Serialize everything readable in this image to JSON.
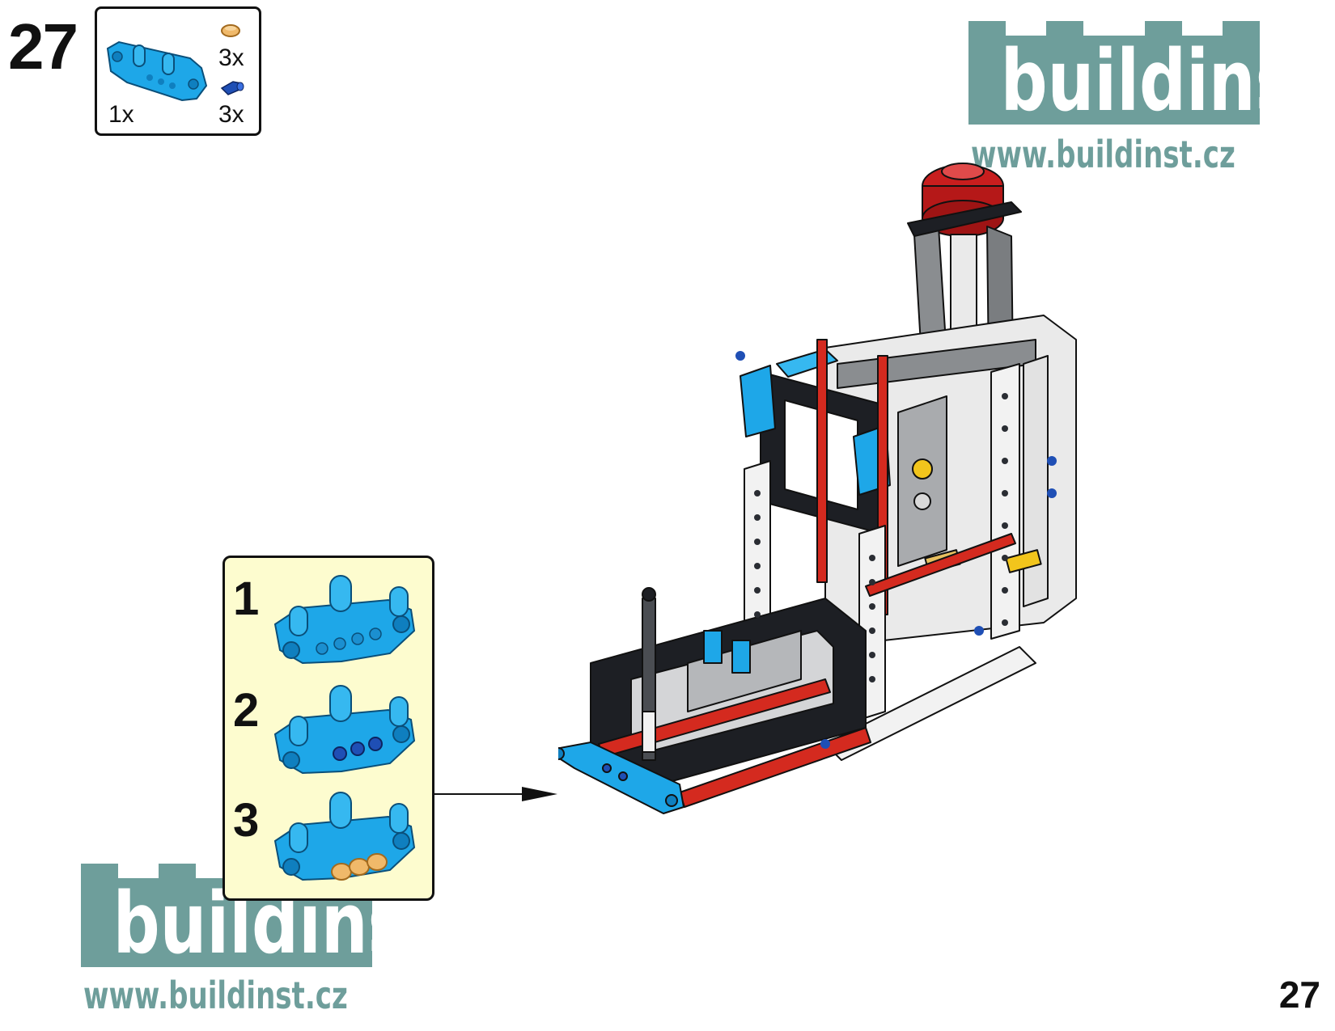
{
  "step": {
    "number": "27"
  },
  "parts_list": [
    {
      "name": "liftarm-frame-part",
      "qty": "1x",
      "color": "#1ea7e8"
    },
    {
      "name": "pin-tan",
      "qty": "3x",
      "color": "#f0b96a"
    },
    {
      "name": "pin-blue",
      "qty": "3x",
      "color": "#1f4fb5"
    }
  ],
  "substeps": [
    {
      "number": "1"
    },
    {
      "number": "2"
    },
    {
      "number": "3"
    }
  ],
  "logo_top": {
    "word": "buildinst",
    "url": "www.buildinst.cz"
  },
  "logo_bottom": {
    "word": "buildinst",
    "url": "www.buildinst.cz"
  },
  "page": {
    "number": "27"
  },
  "colors": {
    "brand_teal": "#6e9e9b",
    "part_blue": "#1ea7e8",
    "substep_bg": "#fdfccf",
    "frame_black": "#1d1f24",
    "frame_red": "#d42a1f",
    "frame_white": "#f2f2f2",
    "frame_gray": "#8a8d90"
  }
}
